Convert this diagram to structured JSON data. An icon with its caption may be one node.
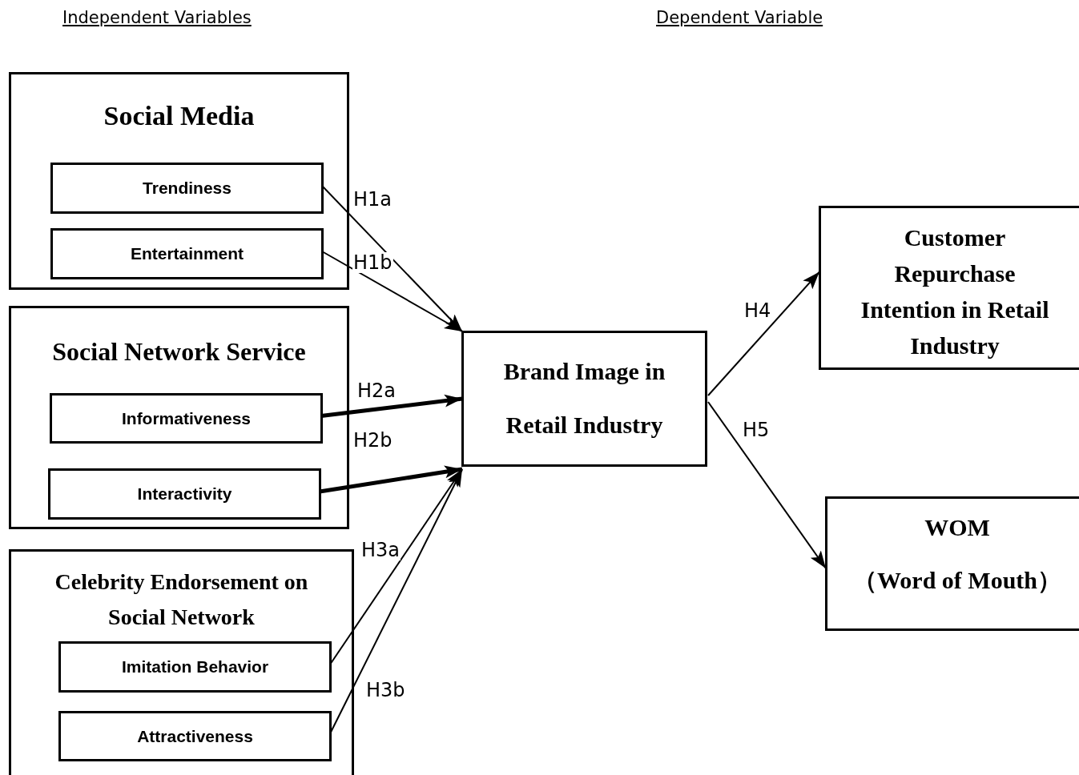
{
  "diagram": {
    "nodes": [
      {
        "text": [
          "Social Media"
        ]
      },
      {
        "text": [
          "Trendiness"
        ],
        "in": 0
      },
      {
        "text": [
          "Entertainment"
        ],
        "in": 0
      },
      {
        "text": [
          "Social Network Service"
        ]
      },
      {
        "text": [
          "Informativeness"
        ],
        "in": 3
      },
      {
        "text": [
          "Interactivity"
        ],
        "in": 3
      },
      {
        "text": [
          "Celebrity Endorsement on Social Network"
        ]
      },
      {
        "text": [
          "Imitation Behavior"
        ],
        "in": 6
      },
      {
        "text": [
          "Attractiveness"
        ],
        "in": 6
      },
      {
        "text": [
          "Brand Image in Retail Industry"
        ]
      },
      {
        "text": [
          "Customer Repurchase Intention in Retail Industry"
        ]
      },
      {
        "text": [
          "WOM",
          "（Word of Mouth）"
        ]
      }
    ],
    "edges": [
      {
        "from": 1,
        "to": 9,
        "arrow": "to",
        "label": "H1a"
      },
      {
        "from": 2,
        "to": 9,
        "arrow": "to",
        "label": "H1b"
      },
      {
        "from": 4,
        "to": 9,
        "arrow": "to",
        "label": "H2a",
        "style": "thick"
      },
      {
        "from": 5,
        "to": 9,
        "arrow": "to",
        "label": "H2b",
        "style": "thick"
      },
      {
        "from": 7,
        "to": 9,
        "arrow": "to",
        "label": "H3a"
      },
      {
        "from": 8,
        "to": 9,
        "arrow": "to",
        "label": "H3b"
      },
      {
        "from": 9,
        "to": 10,
        "arrow": "to",
        "label": "H4"
      },
      {
        "from": 9,
        "to": 11,
        "arrow": "to",
        "label": "H5"
      }
    ],
    "labels": [
      "Independent Variables",
      "Dependent Variable"
    ]
  }
}
